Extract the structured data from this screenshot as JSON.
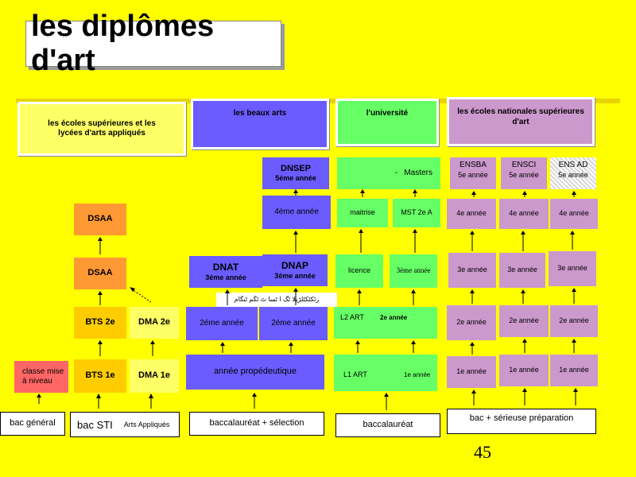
{
  "title": "les diplômes d'art",
  "headers": {
    "ecoles_sup": "les écoles supérieures et les lycées d'arts appliqués",
    "beaux_arts": "les beaux arts",
    "universite": "l'université",
    "ecoles_nat": "les écoles nationales supérieures d'art"
  },
  "col1": {
    "dsaa_top": "DSAA",
    "dsaa": "DSAA",
    "bts2": "BTS 2e",
    "dma2": "DMA 2e",
    "classe_mise": "classe mise à niveau",
    "bts1": "BTS 1e",
    "dma1": "DMA 1e"
  },
  "col2": {
    "dnsep": "DNSEP",
    "dnsep_year": "5éme année",
    "fourth": "4éme année",
    "dnat": "DNAT",
    "dnat_year": "3éme année",
    "dnap": "DNAP",
    "dnap_year": "3éme année",
    "second_a": "2éme année",
    "second_b": "2éme année",
    "prepa": "année propédeutique",
    "garbled": "رٹکٹکٹلڑیلا ٹگ ا ٹسا ٹ ٹگم ٹنگام"
  },
  "col3": {
    "masters": "-   Masters",
    "maitrise": "maitrise",
    "mst": "MST 2e A",
    "licence": "licence",
    "third": "3ème année",
    "l2": "L2 ART",
    "l2_year": "2e année",
    "l1": "L1 ART",
    "l1_year": "1e année"
  },
  "col4": {
    "ensba": "ENSBA",
    "ensba_year": "5e année",
    "ensci": "ENSCI",
    "ensci_year": "5e année",
    "ensad": "ENS AD",
    "ensad_year": "5e année",
    "fourth": [
      "4e année",
      "4e année",
      "4e année"
    ],
    "third": [
      "3e année",
      "3e année",
      "3e année"
    ],
    "second": [
      "2e année",
      "2e année",
      "2e année"
    ],
    "first": [
      "1e année",
      "1e année",
      "1e année"
    ]
  },
  "bottom": {
    "bac_general": "bac général",
    "bac_sti": "bac STI",
    "arts_appliques": "Arts Appliqués",
    "bac_selection": "baccalauréat + sélection",
    "baccalaureat": "baccalauréat",
    "bac_prepa": "bac + sérieuse préparation"
  },
  "page_number": "45"
}
